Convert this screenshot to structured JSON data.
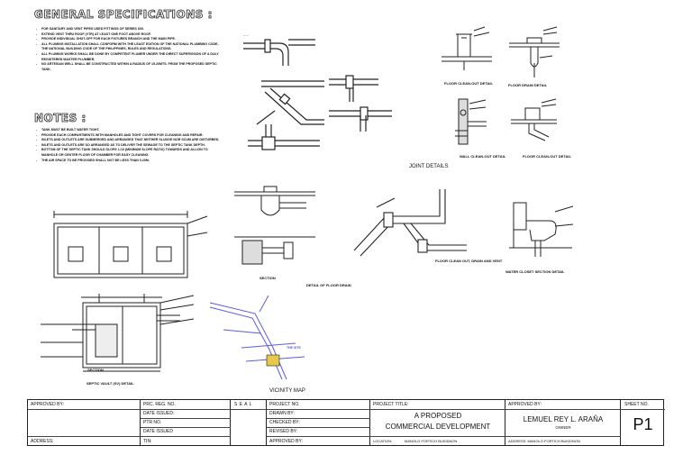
{
  "specs": {
    "title": "GENERAL SPECIFICATIONS :",
    "items": [
      "FOR SANITARY AND VENT PIPES USED FITTINGS OF SERIES 600.",
      "EXTEND VENT THRU ROOF (VTR) AT LEAST ONE FOOT ABOVE ROOF.",
      "PROVIDE INDIVIDUAL SHUT-OFF FOR EACH FIXTURES BRANCH AND THE MAIN PIPE.",
      "ALL PLUMING INSTALLATION SHALL CONFORM WITH THE LEAST EDITION OF THE NATIONAL PLUMBING CODE, THE NATIONAL BUILDING CODE OF THE PHILIPPINES, RULES AND REGULATIONS.",
      "ALL PLUMING WORKS SHALL BE DONE BY COMPETENT PLUMER UNDER THE DIRECT SUPERVISION OF A DULY REGISTERED MASTER PLUMBER.",
      "NO ARTESIAN WELL SHALL BE CONSTRUCTED WITHIN A RADIUS OF 15.20MTS. FROM THE PROPOSED SEPTIC TANK."
    ]
  },
  "notes": {
    "title": "NOTES :",
    "items": [
      "TANK MUST BE BUILT WATER TIGHT.",
      "PROVIDE EACH COMPARTMENTS WITH MANHOLES AND TIGHT COVERS FOR CLEANING AND REPAIR.",
      "INLETS AND OUTLETS ARE SUBMERGED AND ARRANGED THAT NEITHER SLUDGE NOR SCUM ARE DISTURBED.",
      "INLETS AND OUTLETS ARE SO ARRANGED AS TO DELIVER THE SEWAGE TO THE SEPTIC TANK DEPTH.",
      "BOTTOM OF THE SEPTIC TANK SHOULD SLOPE 1:10 (MINIMUM SLOPE RATIO) TOWARDS AND ALLIGN TO MANHOLE OR CENTER FLOOR OF CHAMBER FOR EASY CLEANING.",
      "THE AIR SPACE TO BE PROVIDED SHALL NOT BE LESS THAN 0.20M."
    ]
  },
  "captions": {
    "floor_clean_out": "FLOOR CLEAN-OUT DETAIL",
    "floor_drain": "FLOOR DRAIN DETAIL",
    "wall_clean_out": "WALL CLEAN-OUT DETAIL",
    "floor_clean_out_2": "FLOOR CLEAN-OUT DETAIL",
    "joint_details": "JOINT DETAILS",
    "section": "SECTION",
    "detail_floor_drain": "DETAIL OF FLOOR DRAIN",
    "floor_clean_out_drain": "FLOOR CLEAN OUT, DRAIN AND VENT",
    "water_closet": "WATER CLOSET SECTION DETAIL",
    "septic_section": "SECTION",
    "septic_vault": "SEPTIC VAULT (SV) DETAIL",
    "vicinity_map": "VICINITY MAP",
    "the_site": "THE SITE"
  },
  "title_block": {
    "approved_by_label": "APPROVED BY:",
    "address_label": "ADDRESS:",
    "prc_label": "PRC. REG. NO.",
    "date_issued_label": "DATE ISSUED:",
    "ptr_label": "PTR NO.",
    "date_issued2_label": "DATE ISSUED",
    "tin_label": "TIN:",
    "seal_label": "S E A L",
    "project_no_label": "PROJECT NO.",
    "drawn_by_label": "DRAWN BY:",
    "checked_by_label": "CHECKED BY:",
    "revised_by_label": "REVISED BY:",
    "approved_by2_label": "APPROVED BY:",
    "project_title_label": "PROJECT TITLE:",
    "project_title_line1": "A PROPOSED",
    "project_title_line2": "COMMERCIAL DEVELOPMENT",
    "location_label": "LOCATION:",
    "location_value": "MANOLO FORTICH BUKIDNON",
    "approved_by3_label": "APPROVED BY:",
    "owner_name": "LEMUEL REY L. ARAÑA",
    "owner_label": "OWNER",
    "address2": "ADDRESS: MANOLO FORTICH BUKIDNON",
    "sheet_no_label": "SHEET NO.",
    "sheet_no": "P1"
  },
  "colors": {
    "line": "#222222",
    "map_blue": "#5a5ae0",
    "site_yellow": "#e6c84a"
  }
}
